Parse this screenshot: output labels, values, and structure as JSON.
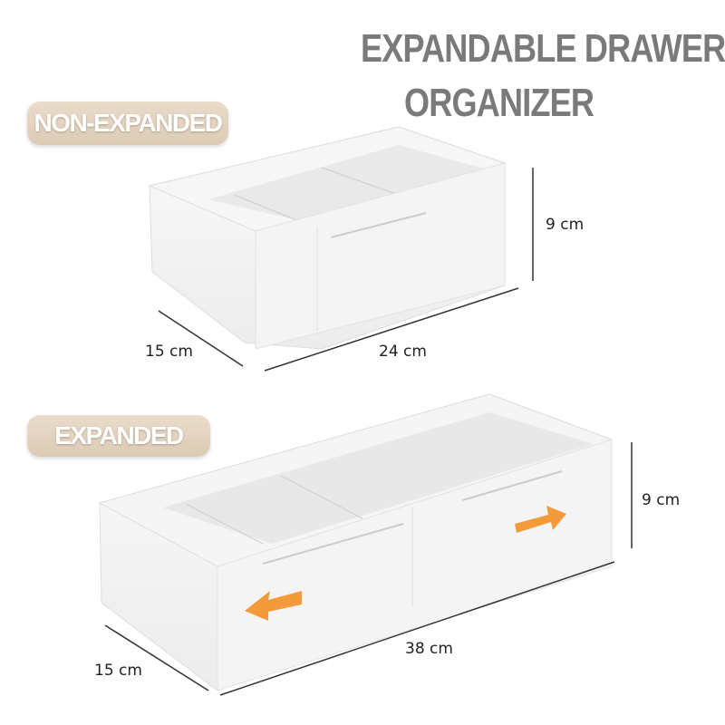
{
  "title": {
    "line1": "EXPANDABLE DRAWER",
    "line2": "ORGANIZER"
  },
  "non_expanded": {
    "label": "NON-EXPANDED",
    "height": "9 cm",
    "depth": "15 cm",
    "width": "24 cm"
  },
  "expanded": {
    "label": "EXPANDED",
    "height": "9 cm",
    "depth": "15 cm",
    "width": "38 cm"
  },
  "colors": {
    "accent": "#f39a3a",
    "pill": "#e3d3bf",
    "title": "#7a7a7a"
  }
}
